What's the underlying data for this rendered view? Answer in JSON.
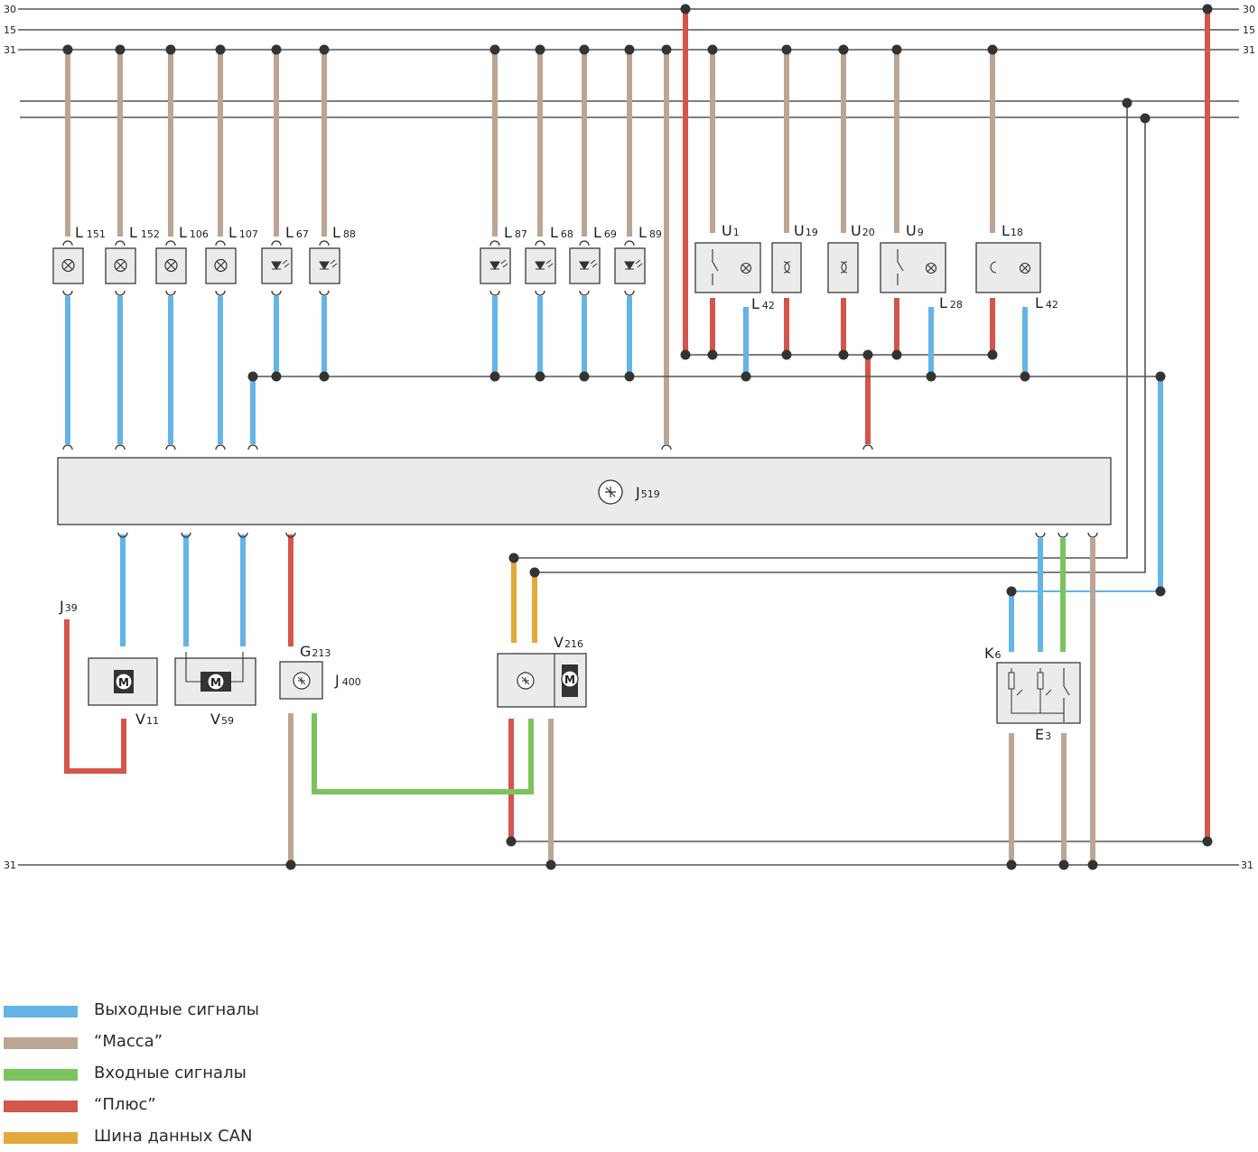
{
  "colors": {
    "output": "#64b4e6",
    "ground": "#bda593",
    "input": "#7cc35f",
    "plus": "#d4554a",
    "can": "#e4a93b",
    "rail": "#555555",
    "box_fill": "#ebebeb",
    "box_stroke": "#3a3a3a"
  },
  "rails": {
    "r30": "30",
    "r15": "15",
    "r31": "31",
    "r30_right": "30",
    "r15_right": "15",
    "r31_right": "31",
    "ground_left": "31",
    "ground_right": "31"
  },
  "components": {
    "L151": {
      "main": "L",
      "sub": "151"
    },
    "L152": {
      "main": "L",
      "sub": "152"
    },
    "L106": {
      "main": "L",
      "sub": "106"
    },
    "L107": {
      "main": "L",
      "sub": "107"
    },
    "L67": {
      "main": "L",
      "sub": "67"
    },
    "L88": {
      "main": "L",
      "sub": "88"
    },
    "L87": {
      "main": "L",
      "sub": "87"
    },
    "L68": {
      "main": "L",
      "sub": "68"
    },
    "L69": {
      "main": "L",
      "sub": "69"
    },
    "L89": {
      "main": "L",
      "sub": "89"
    },
    "U1": {
      "main": "U",
      "sub": "1"
    },
    "U19": {
      "main": "U",
      "sub": "19"
    },
    "U20": {
      "main": "U",
      "sub": "20"
    },
    "U9": {
      "main": "U",
      "sub": "9"
    },
    "L18": {
      "main": "L",
      "sub": "18"
    },
    "L42a": {
      "main": "L",
      "sub": "42"
    },
    "L28": {
      "main": "L",
      "sub": "28"
    },
    "L42b": {
      "main": "L",
      "sub": "42"
    },
    "J519": {
      "main": "J",
      "sub": "519"
    },
    "J39": {
      "main": "J",
      "sub": "39"
    },
    "V11": {
      "main": "V",
      "sub": "11"
    },
    "V59": {
      "main": "V",
      "sub": "59"
    },
    "G213": {
      "main": "G",
      "sub": "213"
    },
    "J400": {
      "main": "J",
      "sub": "400"
    },
    "V216": {
      "main": "V",
      "sub": "216"
    },
    "K6": {
      "main": "K",
      "sub": "6"
    },
    "E3": {
      "main": "E",
      "sub": "3"
    },
    "motor": "M"
  },
  "legend": [
    {
      "label": "Выходные сигналы",
      "color": "#64b4e6"
    },
    {
      "label": "“Масса”",
      "color": "#bda593"
    },
    {
      "label": "Входные сигналы",
      "color": "#7cc35f"
    },
    {
      "label": "“Плюс”",
      "color": "#d4554a"
    },
    {
      "label": "Шина данных CAN",
      "color": "#e4a93b"
    }
  ]
}
